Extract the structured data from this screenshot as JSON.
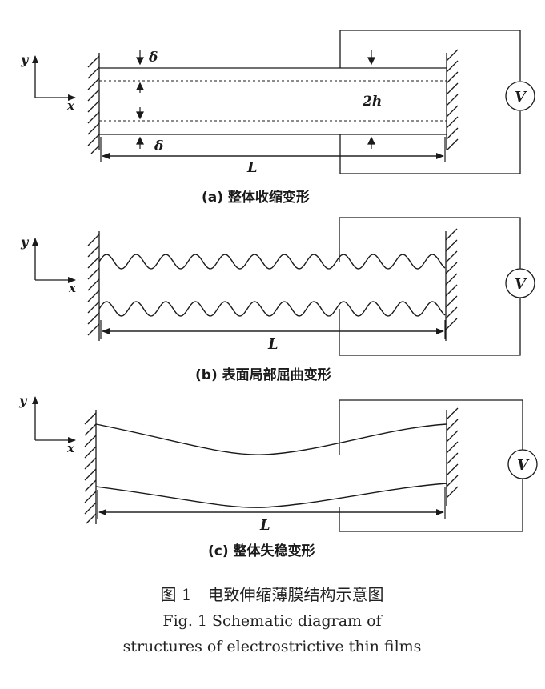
{
  "panels": [
    {
      "id": "a",
      "caption": "(a) 整体收缩变形",
      "axis_y": "y",
      "axis_x": "x",
      "length_label": "L",
      "voltmeter": "V",
      "delta_label": "δ",
      "thickness_label": "2h"
    },
    {
      "id": "b",
      "caption": "(b) 表面局部屈曲变形",
      "axis_y": "y",
      "axis_x": "x",
      "length_label": "L",
      "voltmeter": "V"
    },
    {
      "id": "c",
      "caption": "(c) 整体失稳变形",
      "axis_y": "y",
      "axis_x": "x",
      "length_label": "L",
      "voltmeter": "V"
    }
  ],
  "figure_caption": {
    "cn": "图 1　电致伸缩薄膜结构示意图",
    "en_line1": "Fig. 1  Schematic diagram of",
    "en_line2": "structures of electrostrictive thin films"
  }
}
